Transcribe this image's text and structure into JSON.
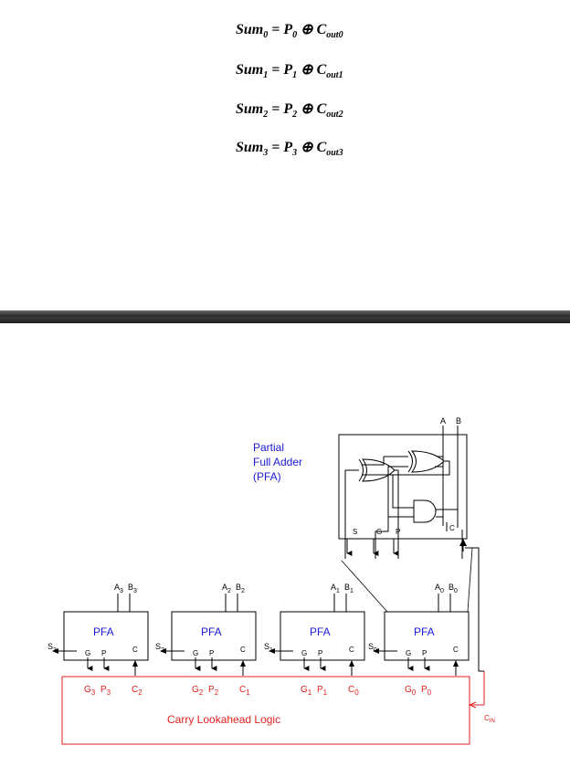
{
  "equations": [
    {
      "lhs": "Sum",
      "lhs_sub": "0",
      "p": "P",
      "p_sub": "0",
      "op": "⊕",
      "c": "C",
      "c_sub": "out0"
    },
    {
      "lhs": "Sum",
      "lhs_sub": "1",
      "p": "P",
      "p_sub": "1",
      "op": "⊕",
      "c": "C",
      "c_sub": "out1"
    },
    {
      "lhs": "Sum",
      "lhs_sub": "2",
      "p": "P",
      "p_sub": "2",
      "op": "⊕",
      "c": "C",
      "c_sub": "out2"
    },
    {
      "lhs": "Sum",
      "lhs_sub": "3",
      "p": "P",
      "p_sub": "3",
      "op": "⊕",
      "c": "C",
      "c_sub": "out3"
    }
  ],
  "diagram": {
    "pfa_title": [
      "Partial",
      "Full Adder",
      "(PFA)"
    ],
    "detail": {
      "a": "A",
      "b": "B",
      "s": "S",
      "g": "G",
      "p": "P",
      "c": "C"
    },
    "pfa_blocks": [
      {
        "label": "PFA",
        "a": "A",
        "a_sub": "3",
        "b": "B",
        "b_sub": "3",
        "s": "S",
        "s_sub": "3",
        "g": "G",
        "p": "P",
        "c": "C",
        "cg": "G",
        "cg_sub": "3",
        "cp": "P",
        "cp_sub": "3",
        "cc": "C",
        "cc_sub": "2"
      },
      {
        "label": "PFA",
        "a": "A",
        "a_sub": "2",
        "b": "B",
        "b_sub": "2",
        "s": "S",
        "s_sub": "2",
        "g": "G",
        "p": "P",
        "c": "C",
        "cg": "G",
        "cg_sub": "2",
        "cp": "P",
        "cp_sub": "2",
        "cc": "C",
        "cc_sub": "1"
      },
      {
        "label": "PFA",
        "a": "A",
        "a_sub": "1",
        "b": "B",
        "b_sub": "1",
        "s": "S",
        "s_sub": "1",
        "g": "G",
        "p": "P",
        "c": "C",
        "cg": "G",
        "cg_sub": "1",
        "cp": "P",
        "cp_sub": "1",
        "cc": "C",
        "cc_sub": "0"
      },
      {
        "label": "PFA",
        "a": "A",
        "a_sub": "0",
        "b": "B",
        "b_sub": "0",
        "s": "S",
        "s_sub": "0",
        "g": "G",
        "p": "P",
        "c": "C",
        "cg": "G",
        "cg_sub": "0",
        "cp": "P",
        "cp_sub": "0",
        "cc": "",
        "cc_sub": ""
      }
    ],
    "cll_label": "Carry Lookahead Logic",
    "cin": "C",
    "cin_sub": "IN",
    "colors": {
      "pfa_text": "#1a1ad6",
      "cll": "#e02020",
      "lines": "#000000"
    }
  }
}
